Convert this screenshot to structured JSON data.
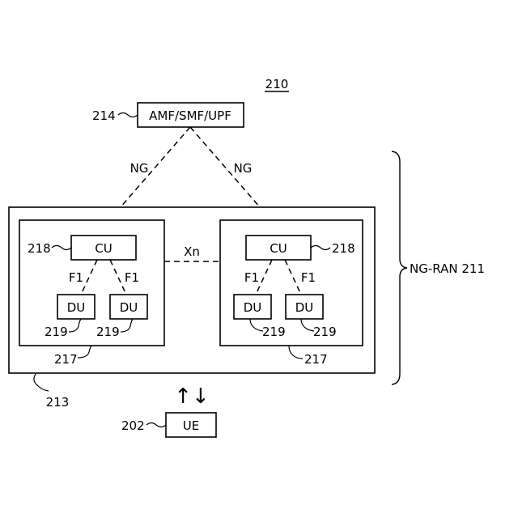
{
  "figure": {
    "number": "210",
    "core": {
      "label": "AMF/SMF/UPF",
      "ref": "214"
    },
    "interfaces": {
      "ng_left": "NG",
      "ng_right": "NG",
      "xn": "Xn",
      "f1": "F1"
    },
    "ran": {
      "label": "NG-RAN 211",
      "container_ref": "213"
    },
    "gnb_ref": "217",
    "cu": {
      "label": "CU",
      "ref": "218"
    },
    "du": {
      "label": "DU",
      "ref": "219"
    },
    "ue": {
      "label": "UE",
      "ref": "202"
    },
    "arrows": "↑↓"
  }
}
